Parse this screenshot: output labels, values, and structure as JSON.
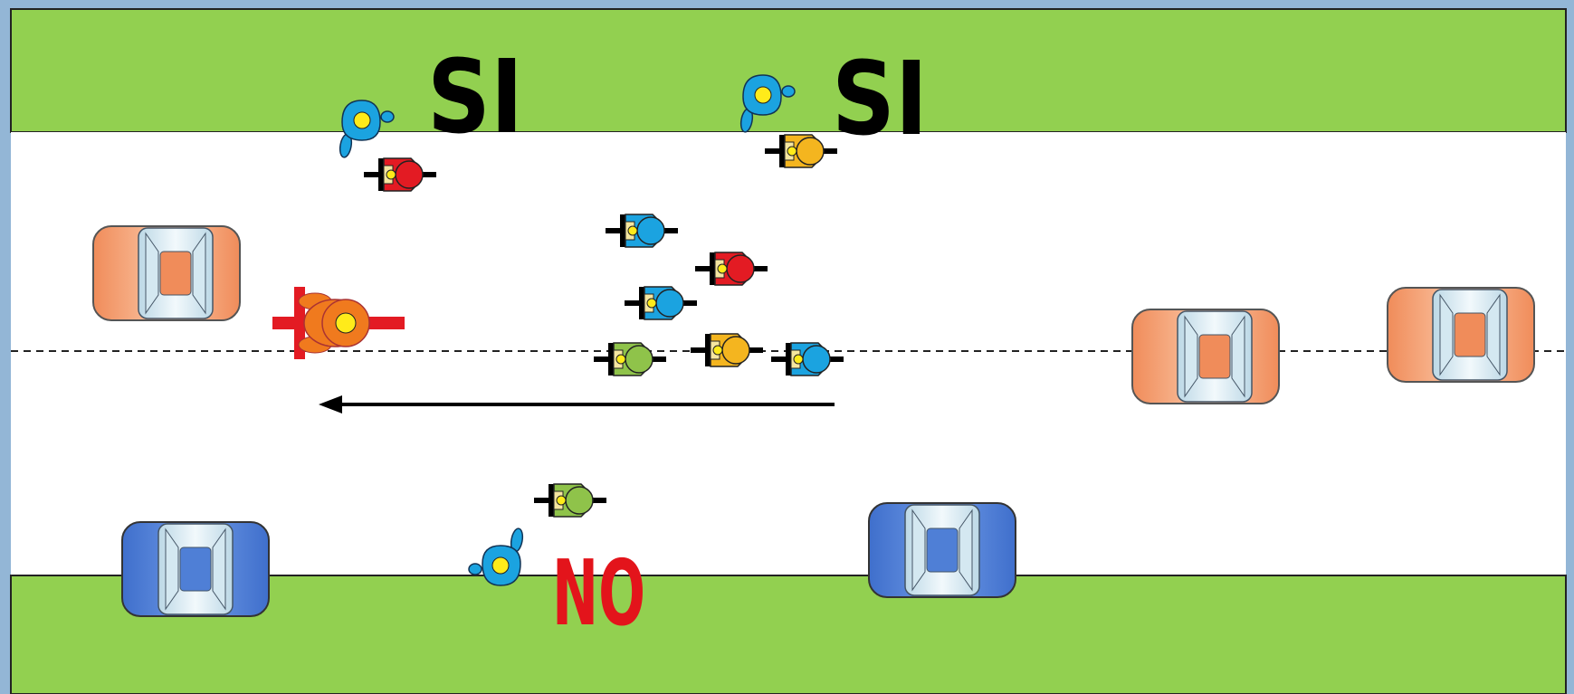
{
  "labels": {
    "allowed_top_left": "SI",
    "allowed_top_right": "SI",
    "not_allowed_bottom": "NO"
  },
  "colors": {
    "grass": "#92d050",
    "road": "#ffffff",
    "frame": "#93b6d6",
    "label_ok": "#000000",
    "label_no": "#e3141b",
    "car_orange": "#f4a27a",
    "car_blue": "#4f7fd6",
    "cyclist_red": "#e31b23",
    "cyclist_blue": "#1ba3e0",
    "cyclist_yellow": "#f4b51f",
    "cyclist_green": "#8fc34a",
    "leader_orange": "#f07a1e",
    "pedestrian_blue": "#1ba3e0"
  },
  "icons": [
    "car-icon",
    "cyclist-icon",
    "group-leader-cyclist-icon",
    "pedestrian-icon",
    "direction-arrow"
  ]
}
